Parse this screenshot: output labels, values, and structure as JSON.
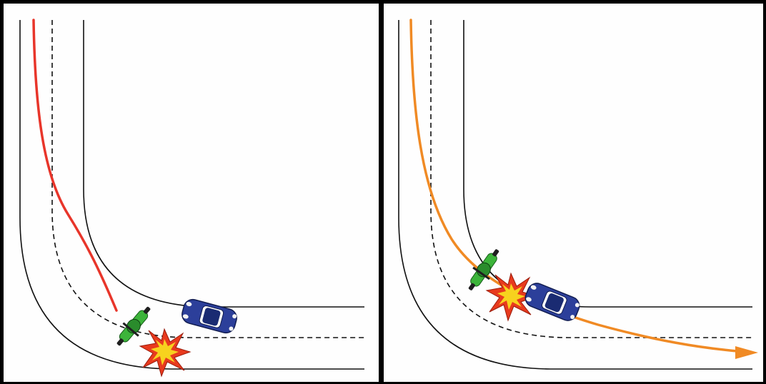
{
  "figure": {
    "panels": [
      {
        "id": "left",
        "path_color": "#e8352a",
        "outcome": "collision"
      },
      {
        "id": "right",
        "path_color": "#f08a24",
        "outcome": "collision"
      }
    ],
    "colors": {
      "road_line": "#111111",
      "motorcycle": "#3cb43a",
      "car": "#2c3f9a",
      "explosion_outer": "#e83a1e",
      "explosion_inner": "#f7d21e"
    },
    "icons": [
      "motorcycle-icon",
      "car-icon",
      "explosion-icon",
      "arrow-head-icon"
    ]
  }
}
